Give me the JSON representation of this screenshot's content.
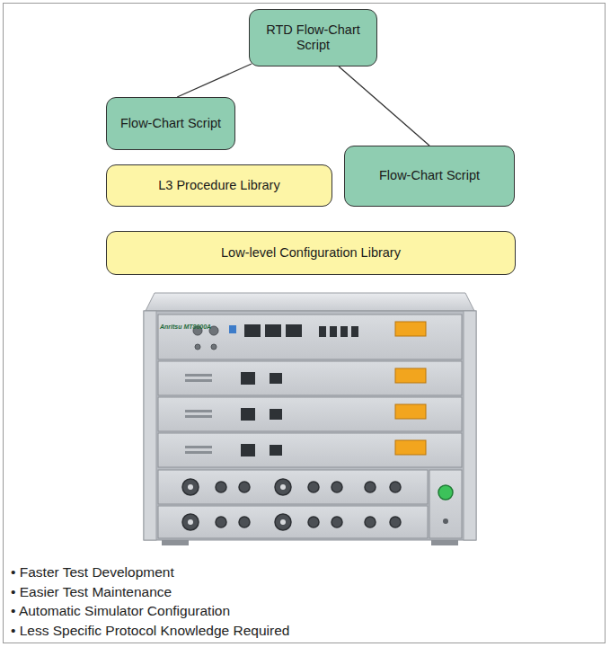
{
  "diagram": {
    "nodes": [
      {
        "text": [
          "RTD Flow-Chart Script"
        ]
      },
      {
        "text": [
          "Flow-Chart Script"
        ]
      },
      {
        "text": [
          "L3 Procedure Library"
        ]
      },
      {
        "text": [
          "Flow-Chart Script"
        ]
      },
      {
        "text": [
          "Low-level Configuration Library"
        ]
      }
    ],
    "edges": [
      {
        "from": 0,
        "to": 1,
        "arrow": "none"
      },
      {
        "from": 0,
        "to": 3,
        "arrow": "none"
      }
    ],
    "labels": [
      "Anritsu MT8000A",
      "• Faster Test Development",
      "• Easier Test Maintenance",
      "• Automatic Simulator Configuration",
      "• Less Specific Protocol Knowledge Required"
    ]
  }
}
